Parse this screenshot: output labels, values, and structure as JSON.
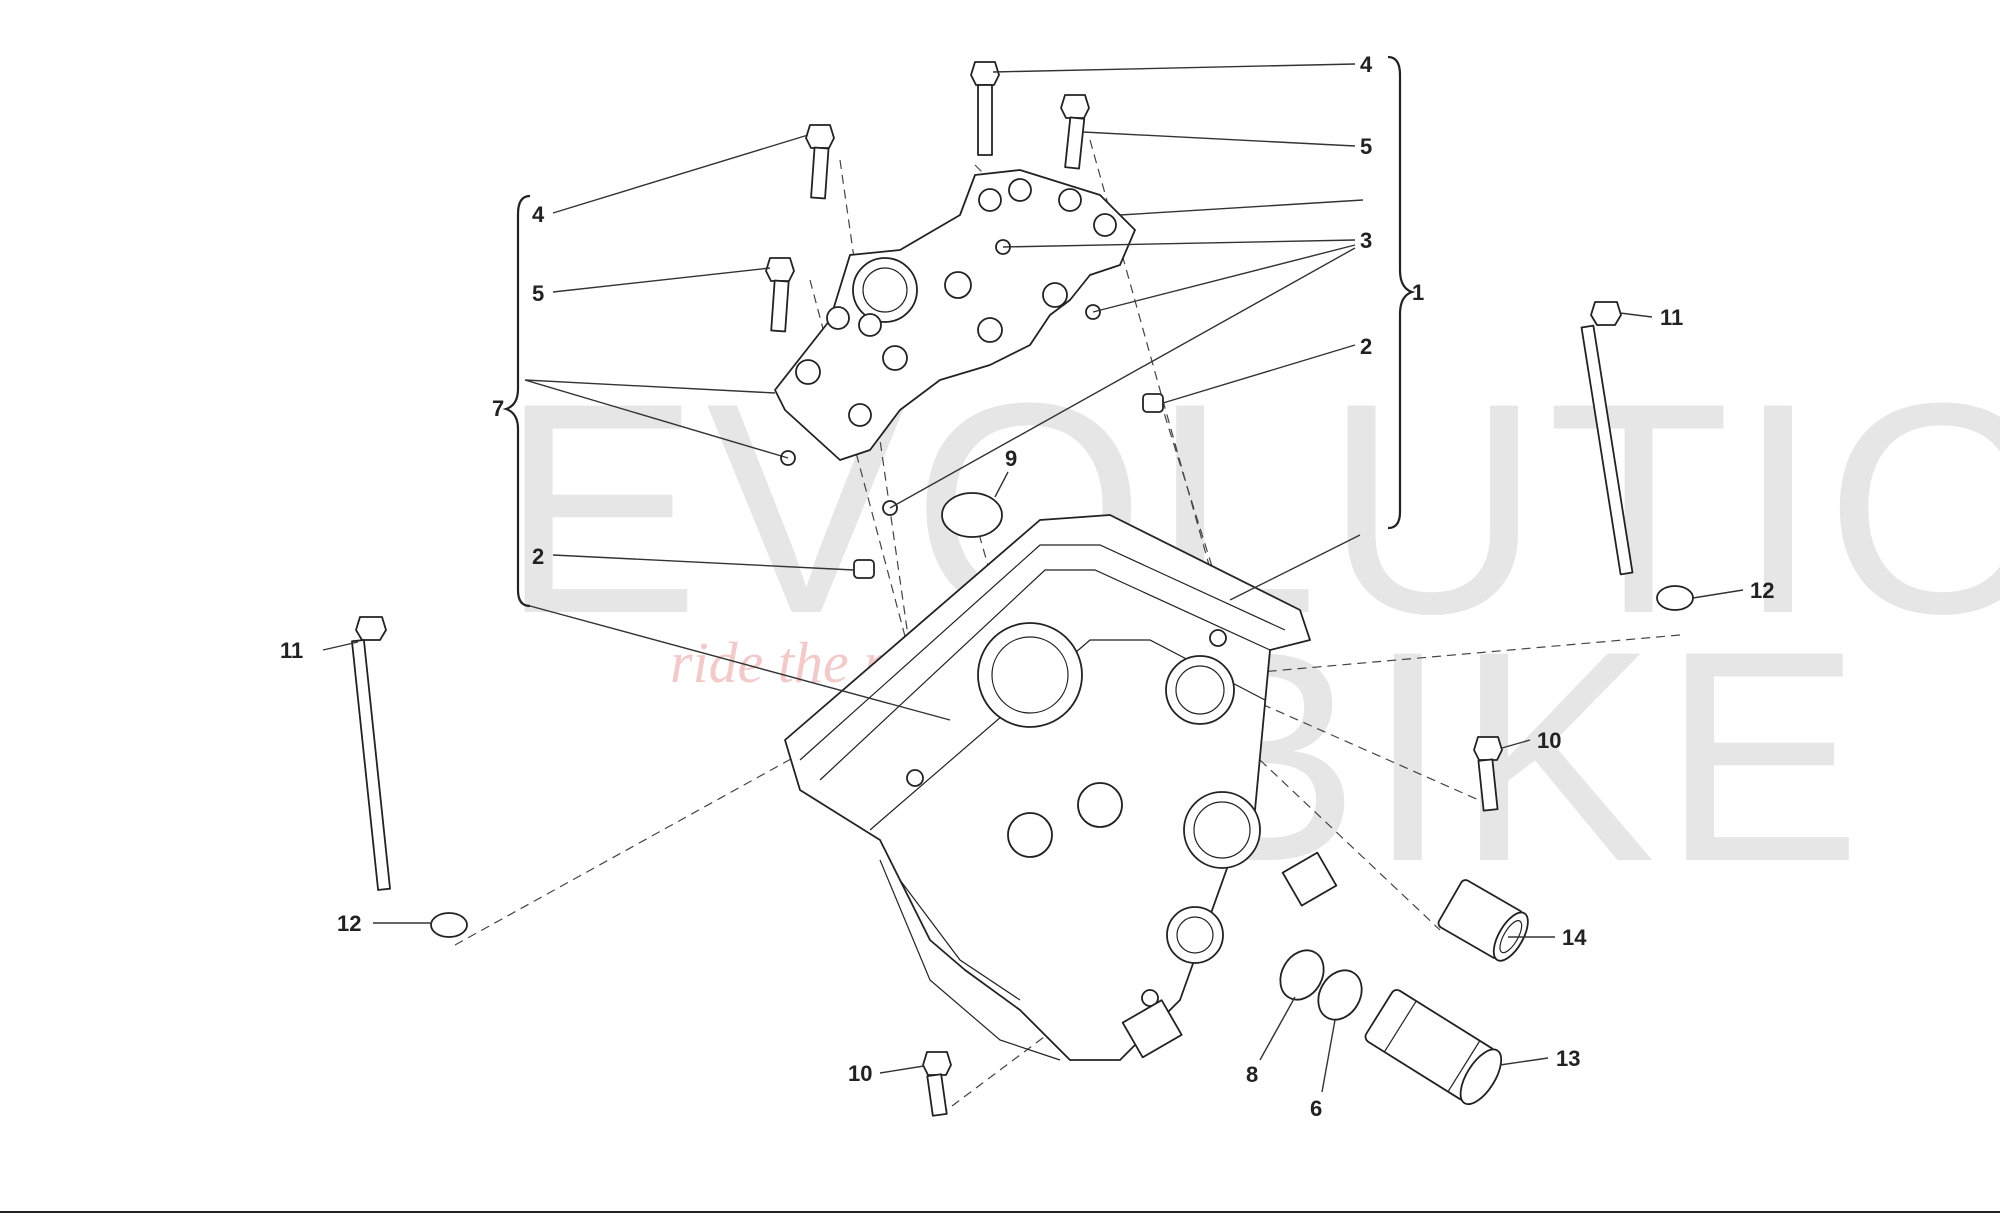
{
  "watermark": {
    "brand_line1": "EVOLUTION",
    "brand_line2": "BIKE",
    "tagline": "ride the power"
  },
  "callouts": {
    "c1": "1",
    "c2a": "2",
    "c2b": "2",
    "c3": "3",
    "c4a": "4",
    "c4b": "4",
    "c5a": "5",
    "c5b": "5",
    "c6": "6",
    "c7": "7",
    "c8": "8",
    "c9": "9",
    "c10a": "10",
    "c10b": "10",
    "c11a": "11",
    "c11b": "11",
    "c12a": "12",
    "c12b": "12",
    "c13": "13",
    "c14": "14"
  }
}
